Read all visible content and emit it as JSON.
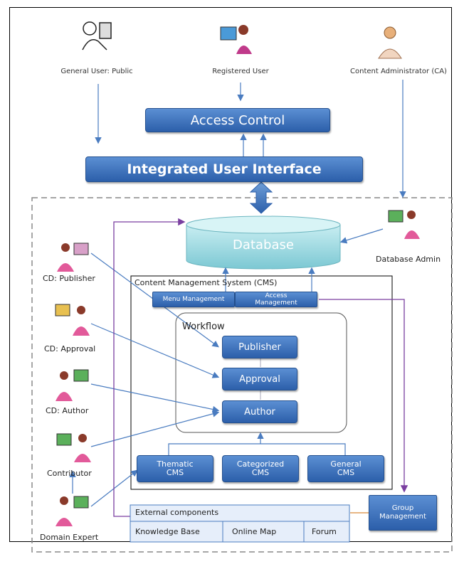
{
  "users": {
    "public": "General User: Public",
    "registered": "Registered User",
    "admin": "Content Administrator (CA)",
    "db_admin": "Database Admin"
  },
  "access_control": "Access Control",
  "integrated_ui": "Integrated User Interface",
  "database": "Database",
  "roles": {
    "publisher": "CD: Publisher",
    "approval": "CD: Approval",
    "author": "CD: Author",
    "contributor": "Contributor",
    "domain_expert": "Domain Expert"
  },
  "cms": {
    "title": "Content Management System (CMS)",
    "menu_management": "Menu Management",
    "access_management": "Access\nManagement",
    "workflow_title": "Workflow",
    "workflow": [
      "Publisher",
      "Approval",
      "Author"
    ],
    "modules": [
      "Thematic\nCMS",
      "Categorized\nCMS",
      "General\nCMS"
    ]
  },
  "external": {
    "title": "External components",
    "items": [
      "Knowledge Base",
      "Online Map",
      "Forum"
    ]
  },
  "group_management": "Group\nManagement",
  "colors": {
    "box_blue": "#2c5faa",
    "db_teal": "#9fdde4",
    "purple": "#7a3fa0",
    "arrow_blue": "#4a7cc0"
  }
}
